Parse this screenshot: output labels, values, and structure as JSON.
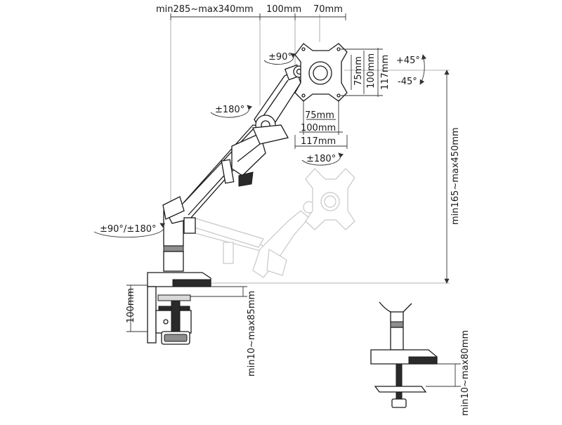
{
  "dimensions": {
    "reach": "min285~max340mm",
    "arm_100": "100mm",
    "arm_70": "70mm",
    "vesa_h_75": "75mm",
    "vesa_h_100": "100mm",
    "vesa_h_117": "117mm",
    "vesa_v_75": "75mm",
    "vesa_v_100": "100mm",
    "vesa_v_117": "117mm",
    "height": "min165~max450mm",
    "clamp_100": "100mm",
    "clamp_desk": "min10~max85mm",
    "grommet_desk": "min10~max80mm"
  },
  "rotations": {
    "head_swivel": "±90°",
    "tilt_up": "+45°",
    "tilt_down": "-45°",
    "upper_arm": "±180°",
    "lower_joint": "±180°",
    "base": "±90°/±180°"
  }
}
